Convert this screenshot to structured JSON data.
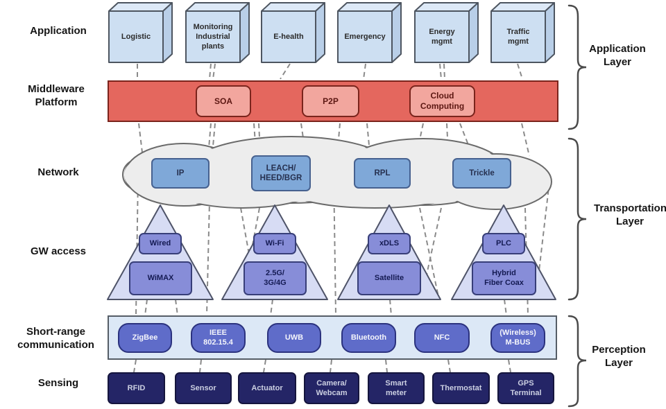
{
  "title": "IoT architecture layers diagram",
  "colors": {
    "app_cube_fill": "#cddff2",
    "middleware_bar": "#e4675e",
    "middleware_chip": "#f2a69e",
    "cloud_fill": "#ededed",
    "network_box": "#7fa8d8",
    "triangle_fill": "#d7dcf4",
    "gw_box": "#878dd8",
    "band_fill": "#dce8f6",
    "band_pill": "#5f6cc9",
    "sensing_box": "#242566"
  },
  "left_labels": {
    "application": "Application",
    "middleware": "Middleware\nPlatform",
    "network": "Network",
    "gw": "GW access",
    "shortrange": "Short-range\ncommunication",
    "sensing": "Sensing"
  },
  "application_boxes": [
    "Logistic",
    "Monitoring\nIndustrial\nplants",
    "E-health",
    "Emergency",
    "Energy\nmgmt",
    "Traffic\nmgmt"
  ],
  "middleware_boxes": [
    "SOA",
    "P2P",
    "Cloud\nComputing"
  ],
  "network_boxes": [
    "IP",
    "LEACH/\nHEED/BGR",
    "RPL",
    "Trickle"
  ],
  "gw_triangles": [
    {
      "top": "Wired",
      "bottom": "WiMAX"
    },
    {
      "top": "Wi-Fi",
      "bottom": "2.5G/\n3G/4G"
    },
    {
      "top": "xDLS",
      "bottom": "Satellite"
    },
    {
      "top": "PLC",
      "bottom": "Hybrid\nFiber Coax"
    }
  ],
  "shortrange_pills": [
    "ZigBee",
    "IEEE\n802.15.4",
    "UWB",
    "Bluetooth",
    "NFC",
    "(Wireless)\nM-BUS"
  ],
  "sensing_boxes": [
    "RFID",
    "Sensor",
    "Actuator",
    "Camera/\nWebcam",
    "Smart\nmeter",
    "Thermostat",
    "GPS\nTerminal"
  ],
  "layer_brackets": [
    {
      "line1": "Application",
      "line2": "Layer"
    },
    {
      "line1": "Transportation",
      "line2": "Layer"
    },
    {
      "line1": "Perception",
      "line2": "Layer"
    }
  ]
}
